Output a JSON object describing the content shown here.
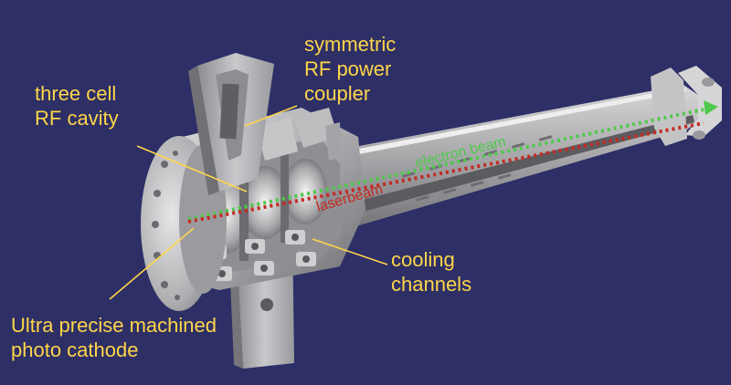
{
  "labels": {
    "coupler": [
      "symmetric",
      "RF power",
      "coupler"
    ],
    "cavity": [
      "three cell",
      "RF cavity"
    ],
    "cooling": [
      "cooling",
      "channels"
    ],
    "cathode": [
      "Ultra precise machined",
      "photo cathode"
    ]
  },
  "beams": {
    "electron": "electron beam",
    "laser": "laserbeam"
  },
  "colors": {
    "background": "#2d2f66",
    "label": "#ffd54a",
    "electron_beam": "#4fc94a",
    "laser_beam": "#c42a22",
    "metal": "#b9b9bc"
  }
}
